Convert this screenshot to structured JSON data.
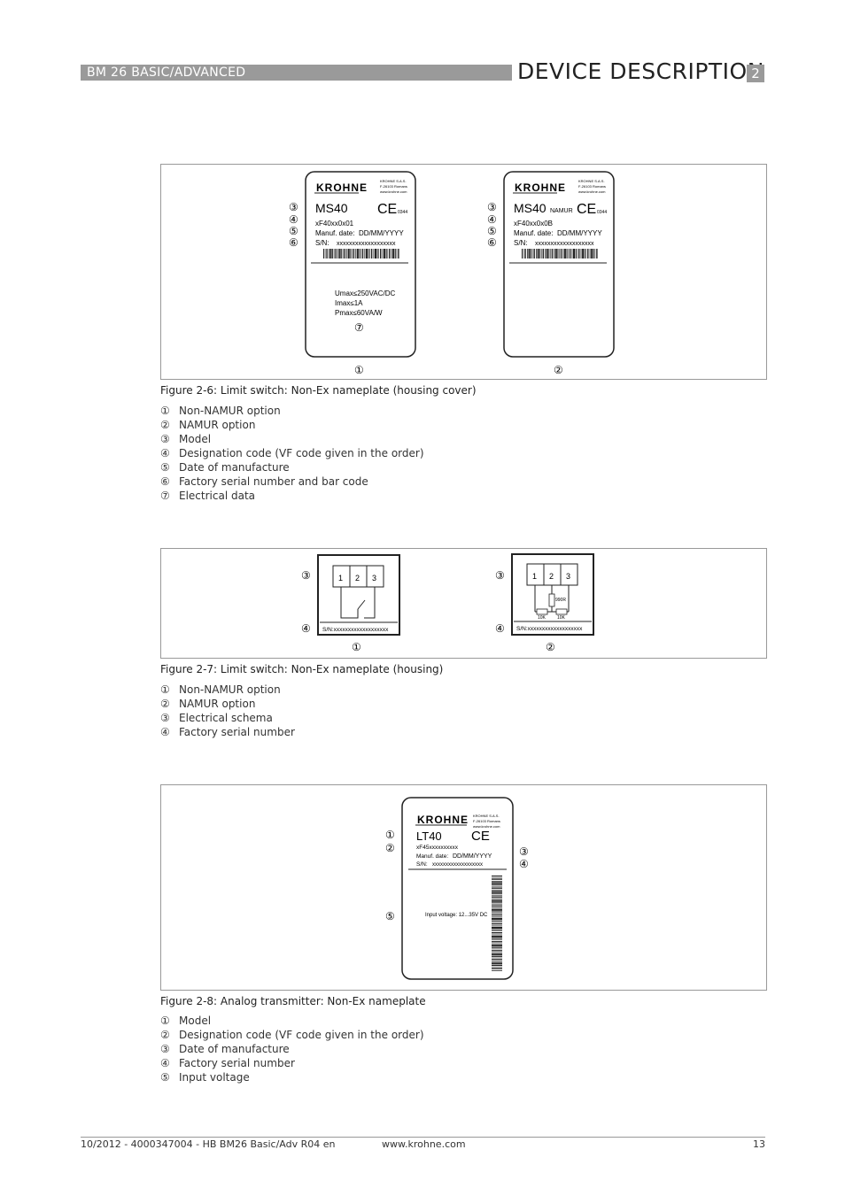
{
  "header": {
    "product": "BM 26 BASIC/ADVANCED",
    "section_title": "DEVICE DESCRIPTION",
    "chapter_number": "2"
  },
  "markers": [
    "①",
    "②",
    "③",
    "④",
    "⑤",
    "⑥",
    "⑦"
  ],
  "nameplate_common": {
    "brand": "KROHNE",
    "company_line1": "KROHNE S.A.S.",
    "company_line2": "F-26103 Romans",
    "company_line3": "www.krohne.com",
    "ce_mark": "CE",
    "notified_body": "0344",
    "manuf_label": "Manuf. date:",
    "manuf_value": "DD/MM/YYYY",
    "sn_label": "S/N:",
    "sn_value": "xxxxxxxxxxxxxxxxxxx"
  },
  "figure1": {
    "caption": "Figure 2-6: Limit switch: Non-Ex nameplate (housing cover)",
    "plate_a": {
      "model": "MS40",
      "code": "xF40xx0x01",
      "umax": "Umax≤250VAC/DC",
      "imax": "Imax≤1A",
      "pmax": "Pmax≤60VA/W"
    },
    "plate_b": {
      "model": "MS40",
      "namur": "NAMUR",
      "code": "xF40xx0x0B"
    },
    "legend": [
      {
        "num": "①",
        "text": "Non-NAMUR option"
      },
      {
        "num": "②",
        "text": "NAMUR option"
      },
      {
        "num": "③",
        "text": "Model"
      },
      {
        "num": "④",
        "text": "Designation code (VF code given in the order)"
      },
      {
        "num": "⑤",
        "text": "Date of manufacture"
      },
      {
        "num": "⑥",
        "text": "Factory serial number and bar code"
      },
      {
        "num": "⑦",
        "text": "Electrical data"
      }
    ]
  },
  "figure2": {
    "caption": "Figure 2-7: Limit switch: Non-Ex nameplate (housing)",
    "terminal_1": "1",
    "terminal_2": "2",
    "terminal_3": "3",
    "sn_a": "S/N:xxxxxxxxxxxxxxxxxxx",
    "sn_b": "S/N:xxxxxxxxxxxxxxxxxxx",
    "r1": "990R",
    "r2": "10K",
    "r3": "10K",
    "legend": [
      {
        "num": "①",
        "text": "Non-NAMUR option"
      },
      {
        "num": "②",
        "text": "NAMUR option"
      },
      {
        "num": "③",
        "text": "Electrical schema"
      },
      {
        "num": "④",
        "text": "Factory serial number"
      }
    ]
  },
  "figure3": {
    "caption": "Figure 2-8: Analog transmitter: Non-Ex nameplate",
    "model": "LT40",
    "code": "xF45xxxxxxxxxx",
    "input_voltage": "Input voltage: 12...35V DC",
    "legend": [
      {
        "num": "①",
        "text": "Model"
      },
      {
        "num": "②",
        "text": "Designation code (VF code given in the order)"
      },
      {
        "num": "③",
        "text": "Date of manufacture"
      },
      {
        "num": "④",
        "text": "Factory serial number"
      },
      {
        "num": "⑤",
        "text": "Input voltage"
      }
    ]
  },
  "footer": {
    "doc_ref": "10/2012 - 4000347004 - HB BM26 Basic/Adv R04 en",
    "website": "www.krohne.com",
    "page_number": "13"
  }
}
